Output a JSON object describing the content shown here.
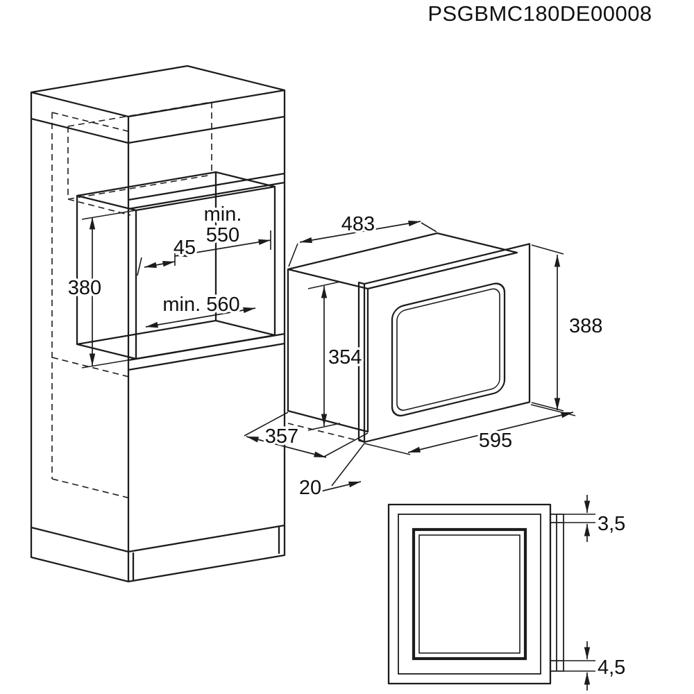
{
  "title": "PSGBMC180DE00008",
  "dims": {
    "niche_min_width_line1": "min.",
    "niche_min_width_line2": "550",
    "side_clearance": "45",
    "niche_height": "380",
    "niche_min_depth": "min. 560",
    "body_width": "483",
    "body_height": "354",
    "front_height": "388",
    "front_width": "595",
    "body_depth": "357",
    "frame_depth": "20",
    "gap_top": "3,5",
    "gap_bottom": "4,5"
  }
}
